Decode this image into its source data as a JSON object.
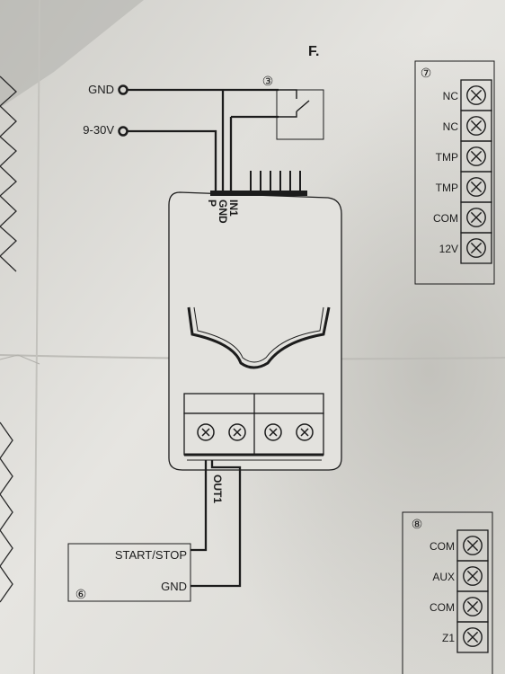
{
  "section_letter": "F.",
  "power_inputs": [
    {
      "label": "GND"
    },
    {
      "label": "9-30V"
    }
  ],
  "switch_box": {
    "number": "③",
    "icon": "switch-contact-icon"
  },
  "module": {
    "top_pins": [
      "IN1",
      "GND",
      "P"
    ],
    "output_label": "OUT1",
    "icons": [
      "mounting-bracket-icon",
      "screw-terminal-icon"
    ]
  },
  "terminal_block_7": {
    "number": "⑦",
    "terminals": [
      "NC",
      "NC",
      "TMP",
      "TMP",
      "COM",
      "12V"
    ]
  },
  "terminal_block_8": {
    "number": "⑧",
    "terminals": [
      "COM",
      "AUX",
      "COM",
      "Z1"
    ]
  },
  "start_stop_box": {
    "number": "⑥",
    "labels": [
      "START/STOP",
      "GND"
    ]
  },
  "colors": {
    "paper": "#e4e3df",
    "shadow": "#b7b6b1",
    "ink": "#1c1c1c"
  }
}
